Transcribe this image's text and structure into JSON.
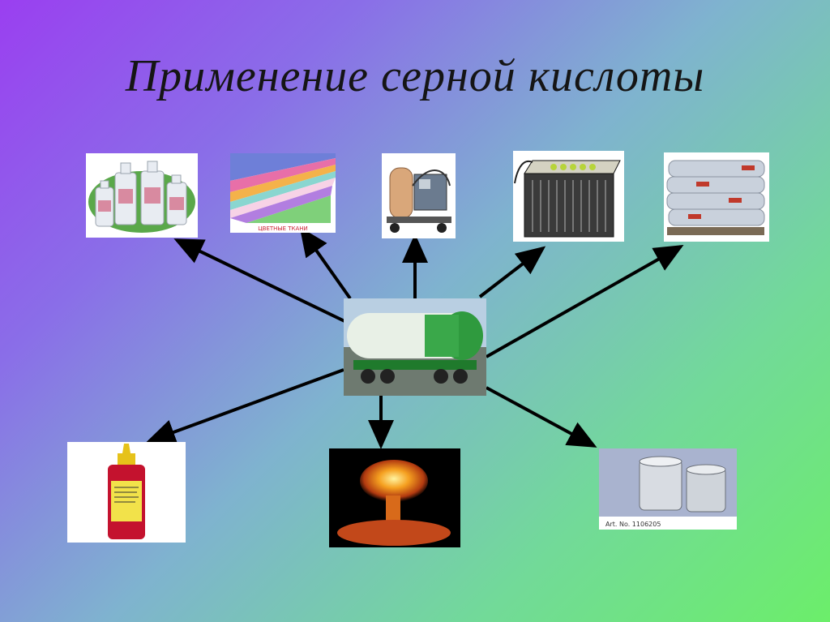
{
  "title": "Применение серной кислоты",
  "images": {
    "medical_bottles": {
      "icon": "medicine-bottles-icon"
    },
    "fabrics": {
      "icon": "colored-fabrics-icon",
      "caption": "ЦВЕТНЫЕ ТКАНИ"
    },
    "machine": {
      "icon": "industrial-machine-icon"
    },
    "battery": {
      "icon": "car-battery-icon"
    },
    "fertilizer_bags": {
      "icon": "fertilizer-bags-icon"
    },
    "tank_car": {
      "icon": "railway-tank-car-icon"
    },
    "paint_bottle": {
      "icon": "paint-bottle-icon"
    },
    "explosion": {
      "icon": "explosion-icon"
    },
    "metal_cans": {
      "icon": "metal-cans-icon",
      "caption": "Art. No. 1106205"
    }
  },
  "colors": {
    "arrow": "#000000",
    "title": "#151515"
  }
}
